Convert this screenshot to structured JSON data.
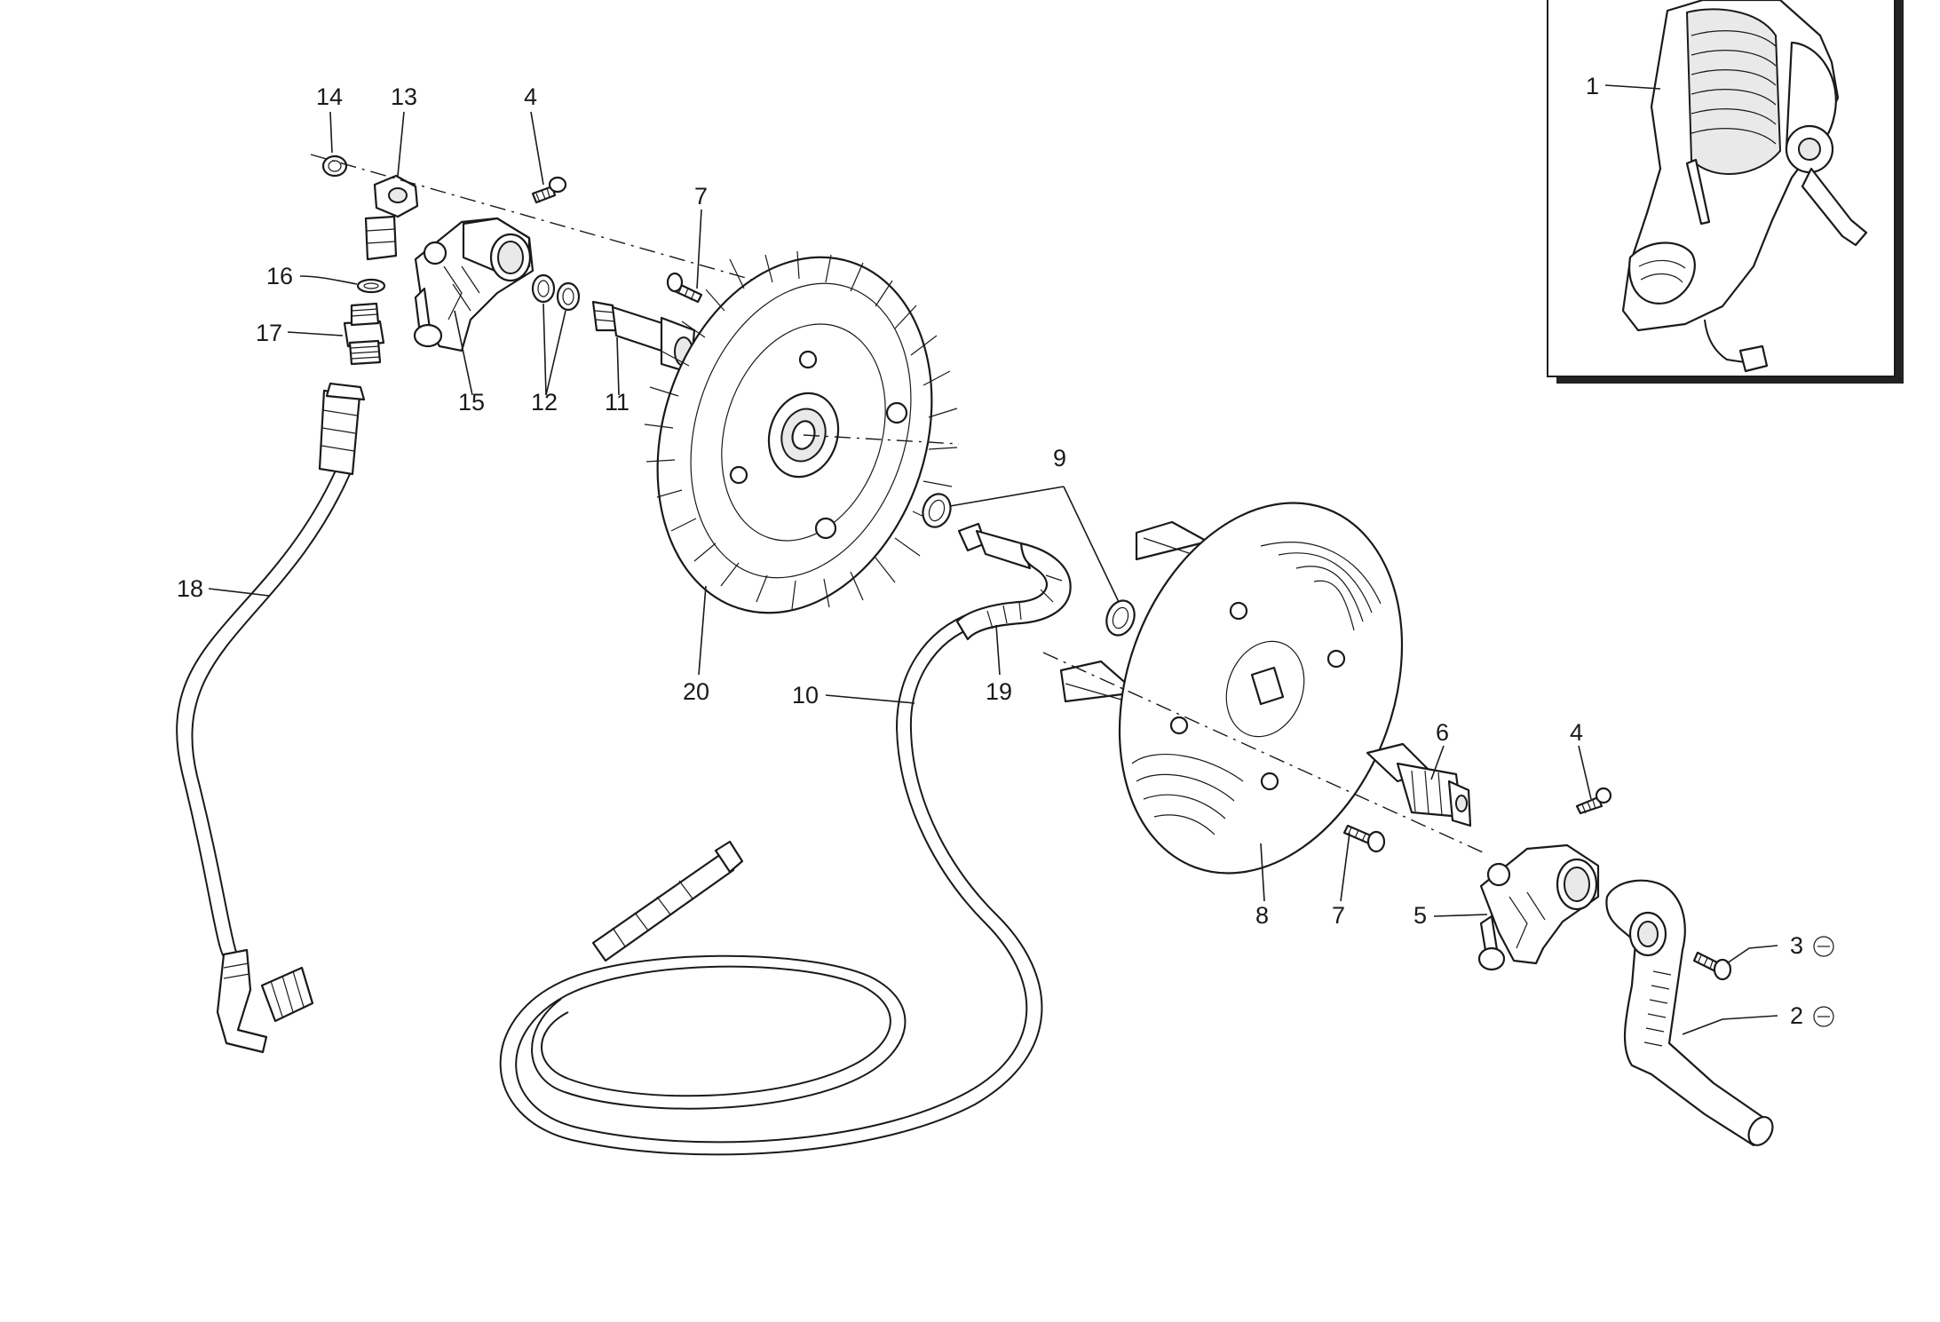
{
  "callouts": {
    "c1": "1",
    "c2": "2",
    "c3": "3",
    "c4a": "4",
    "c4b": "4",
    "c5": "5",
    "c6": "6",
    "c7a": "7",
    "c7b": "7",
    "c8": "8",
    "c9": "9",
    "c10": "10",
    "c11": "11",
    "c12": "12",
    "c13": "13",
    "c14": "14",
    "c15": "15",
    "c16": "16",
    "c17": "17",
    "c18": "18",
    "c19": "19",
    "c20": "20"
  },
  "icons": {
    "removable_symbol": "circle-minus-icon"
  },
  "colors": {
    "line": "#1a1a1a",
    "background": "#ffffff"
  }
}
